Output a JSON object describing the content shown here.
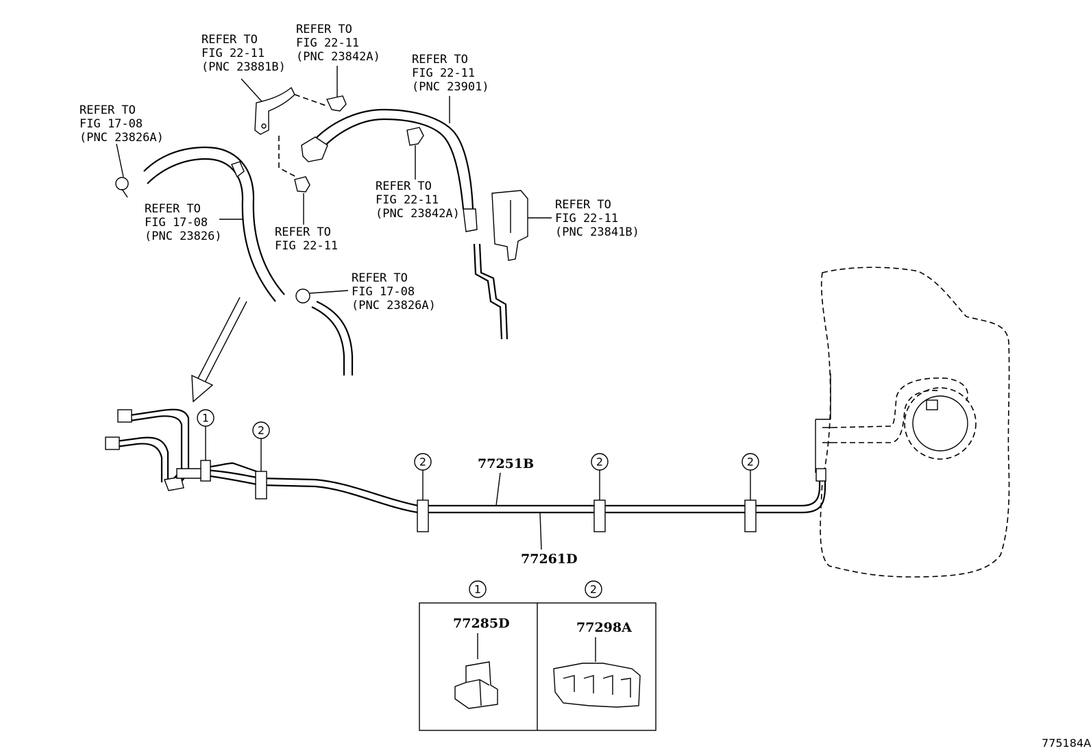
{
  "callouts": {
    "c1": [
      "REFER TO",
      "FIG 22-11",
      "(PNC 23881B)"
    ],
    "c2": [
      "REFER TO",
      "FIG 22-11",
      "(PNC 23842A)"
    ],
    "c3": [
      "REFER TO",
      "FIG 22-11",
      "(PNC 23901)"
    ],
    "c4": [
      "REFER TO",
      "FIG 17-08",
      "(PNC 23826A)"
    ],
    "c5": [
      "REFER TO",
      "FIG 22-11",
      "(PNC 23842A)"
    ],
    "c6": [
      "REFER TO",
      "FIG 22-11",
      "(PNC 23841B)"
    ],
    "c7": [
      "REFER TO",
      "FIG 17-08",
      "(PNC 23826)"
    ],
    "c8": [
      "REFER TO",
      "FIG 22-11"
    ],
    "c9": [
      "REFER TO",
      "FIG 17-08",
      "(PNC 23826A)"
    ]
  },
  "parts": {
    "upper_tube": "77251B",
    "lower_tube": "77261D",
    "clamp_1": "77285D",
    "clamp_2": "77298A"
  },
  "markers": {
    "one": "1",
    "two": "2"
  },
  "figure_code": "775184A"
}
